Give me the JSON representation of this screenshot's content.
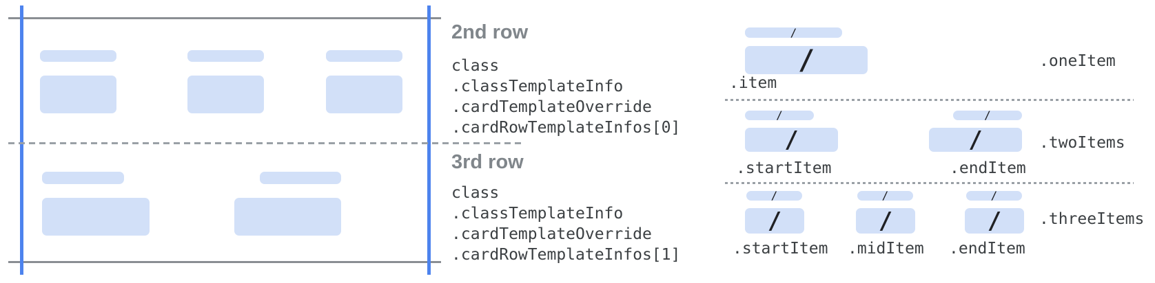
{
  "left_card": {
    "row2_placeholder_columns": 3,
    "row3_placeholder_columns": 2
  },
  "middle": {
    "sections": [
      {
        "heading": "2nd row",
        "code_lines": [
          "class",
          ".classTemplateInfo",
          ".cardTemplateOverride",
          ".cardRowTemplateInfos[0]"
        ]
      },
      {
        "heading": "3rd row",
        "code_lines": [
          "class",
          ".classTemplateInfo",
          ".cardTemplateOverride",
          ".cardRowTemplateInfos[1]"
        ]
      }
    ]
  },
  "right": {
    "slash_glyph": "/",
    "sections": [
      {
        "section_label": ".oneItem",
        "item_labels": [
          ".item"
        ]
      },
      {
        "section_label": ".twoItems",
        "item_labels": [
          ".startItem",
          ".endItem"
        ]
      },
      {
        "section_label": ".threeItems",
        "item_labels": [
          ".startItem",
          ".midItem",
          ".endItem"
        ]
      }
    ]
  },
  "colors": {
    "placeholder_blue": "#d2e0f8",
    "guide_blue": "#4d83ee",
    "guide_gray": "#8a8e93",
    "separator_gray": "#9aa0a6",
    "heading_gray": "#80868b",
    "code_text": "#3c4043",
    "slash_black": "#202124"
  }
}
